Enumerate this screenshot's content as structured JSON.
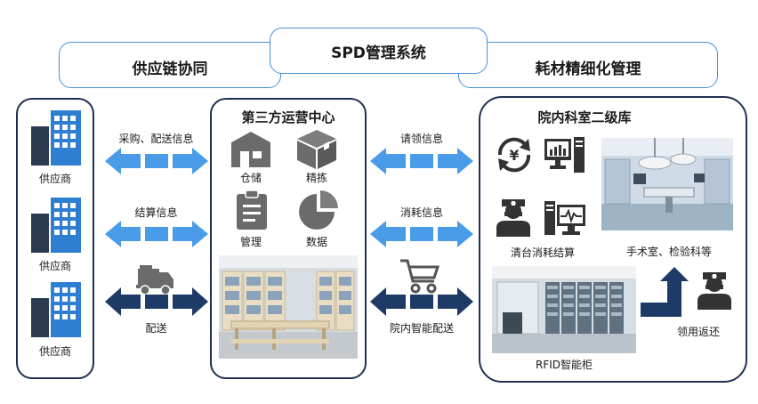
{
  "header": {
    "left": "供应链协同",
    "center": "SPD管理系统",
    "right": "耗材精细化管理"
  },
  "suppliers": [
    {
      "label": "供应商"
    },
    {
      "label": "供应商"
    },
    {
      "label": "供应商"
    }
  ],
  "flows_left": {
    "purchase": "采购、配送信息",
    "settlement": "结算信息",
    "delivery": "配送"
  },
  "center_panel": {
    "title": "第三方运营中心",
    "items": [
      "仓储",
      "精拣",
      "管理",
      "数据"
    ]
  },
  "flows_right": {
    "request": "请领信息",
    "consumption": "消耗信息",
    "inhospital": "院内智能配送"
  },
  "right_panel": {
    "title": "院内科室二级库",
    "settle_label": "清台消耗结算",
    "or_label": "手术室、检验科等",
    "rfid_label": "RFID智能柜",
    "return_label": "领用返还"
  },
  "colors": {
    "light_arrow": "#4a9ce8",
    "dark_arrow": "#1e3a66",
    "panel_border": "#1f3050",
    "header_border": "#4a8fd8",
    "icon_gray": "#6b6b6b",
    "building_blue": "#2e7fd1",
    "building_dark": "#2b3a4f"
  }
}
